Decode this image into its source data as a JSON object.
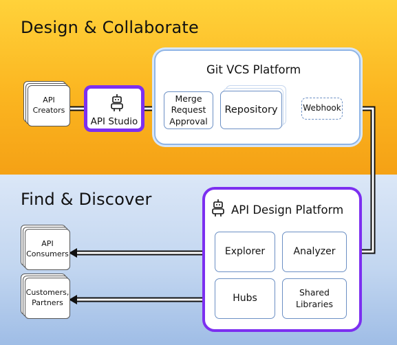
{
  "sections": {
    "design_title": "Design & Collaborate",
    "find_title": "Find & Discover"
  },
  "actors": {
    "api_creators": "API\nCreators",
    "api_consumers": "API\nConsumers",
    "customers_partners": "Customers,\nPartners"
  },
  "api_studio": {
    "label": "API Studio",
    "icon": "robot-icon"
  },
  "git_vcs": {
    "title": "Git VCS Platform",
    "merge_request": "Merge\nRequest\nApproval",
    "repository": "Repository",
    "webhook": "Webhook"
  },
  "api_design_platform": {
    "title": "API Design Platform",
    "icon": "robot-icon",
    "explorer": "Explorer",
    "analyzer": "Analyzer",
    "hubs": "Hubs",
    "shared_libraries": "Shared\nLibraries"
  },
  "colors": {
    "top_band": "#fbb520",
    "bottom_band": "#c2d6f0",
    "accent_purple": "#7c2ff0",
    "box_border_blue": "#6b8fc4"
  }
}
